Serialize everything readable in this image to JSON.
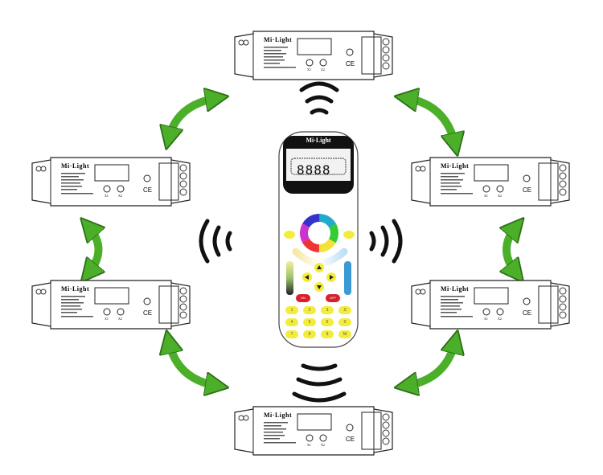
{
  "controller": {
    "brand": "Mi·Light",
    "x1": "X1",
    "x2": "X2",
    "ce": "CE"
  },
  "remote": {
    "brand": "Mi·Light",
    "lcd": "8888",
    "power_on": "ON",
    "power_off": "OFF",
    "keys": [
      "1",
      "2",
      "3",
      "S",
      "4",
      "5",
      "6",
      "0",
      "7",
      "8",
      "9",
      "M"
    ]
  },
  "colors": {
    "arrow": "#4caf2a",
    "remote_key": "#f4ec3a",
    "power": "#d8202b"
  }
}
